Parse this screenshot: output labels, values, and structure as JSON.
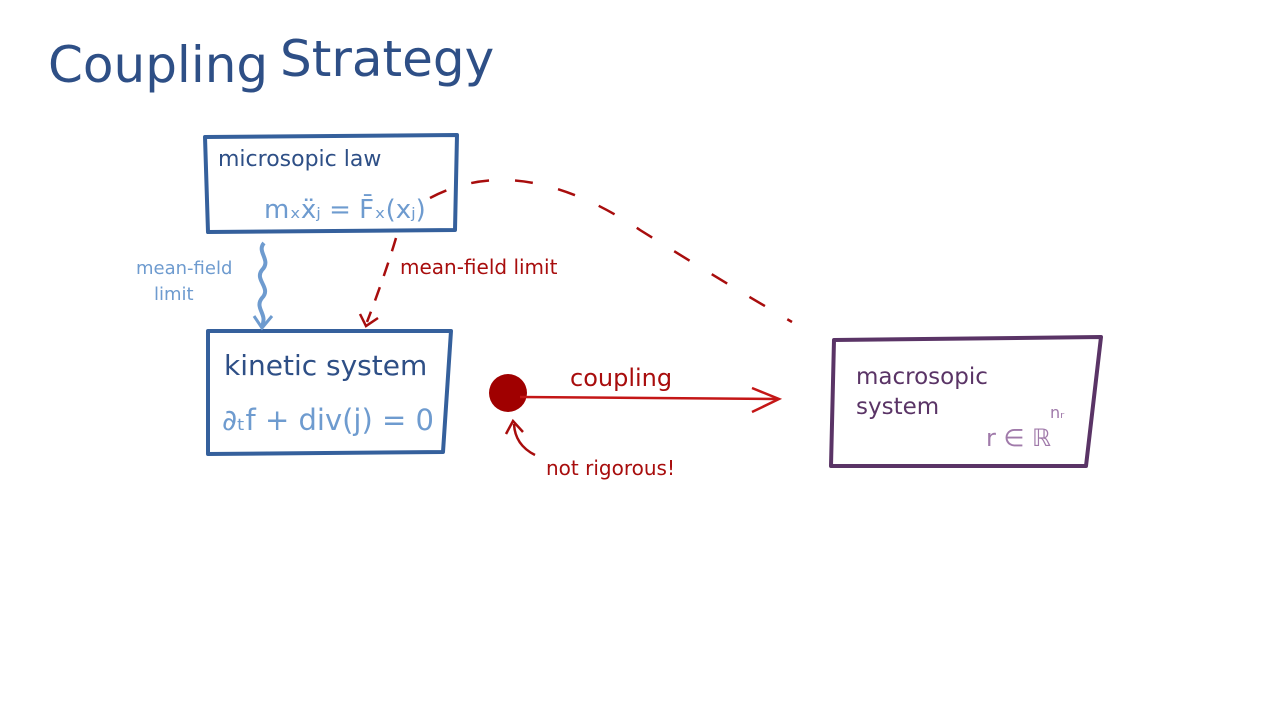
{
  "title": {
    "word1": "Coupling",
    "word2": "Strategy"
  },
  "micro_box": {
    "label": "microsopic law",
    "equation": "mₓẍⱼ = F̄ₓ(xⱼ)"
  },
  "kinetic_box": {
    "label": "kinetic system",
    "equation": "∂ₜf + div(j) = 0"
  },
  "macro_box": {
    "label_line1": "macrosopic",
    "label_line2": "system",
    "formula": "r ∈ ℝ",
    "formula_sup": "nᵣ"
  },
  "left_arrow_label": {
    "line1": "mean-field",
    "line2": "limit"
  },
  "red_arrow_label": "mean-field limit",
  "coupling_label": "coupling",
  "warning_label": "not rigorous!",
  "colors": {
    "blue": "#2e4f86",
    "light_blue": "#6e9bcf",
    "red": "#a80d0d",
    "purple": "#5a3466",
    "lilac": "#a07aaa"
  }
}
